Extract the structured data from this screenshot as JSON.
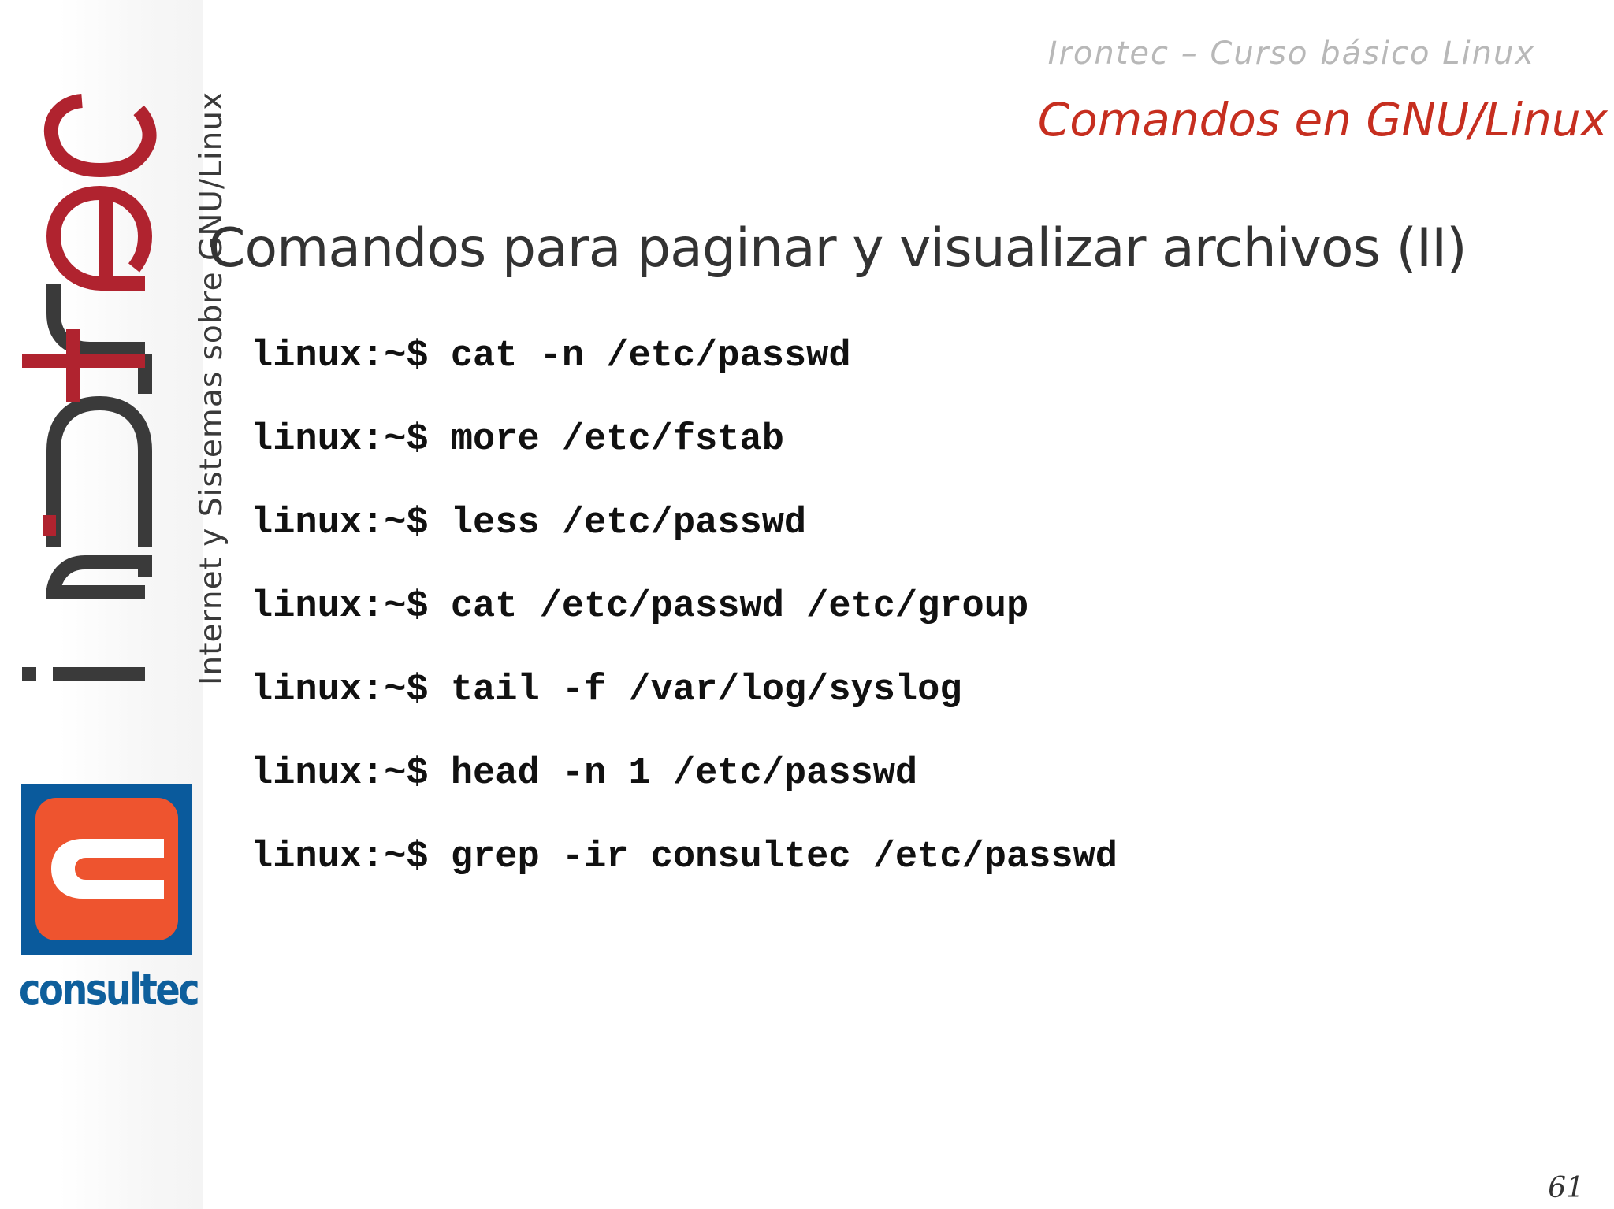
{
  "header": {
    "course": "Irontec – Curso básico Linux",
    "section": "Comandos en GNU/Linux"
  },
  "branding": {
    "logo_text": "irontec",
    "tagline": "Internet y Sistemas sobre GNU/Linux",
    "partner": "consultec",
    "colors": {
      "irontec_red": "#b0232f",
      "irontec_gray": "#3a3a3a",
      "consultec_blue": "#0a5a9c",
      "consultec_orange": "#ee542f"
    }
  },
  "slide": {
    "title": "Comandos para paginar y visualizar archivos (II)",
    "commands": [
      "linux:~$ cat -n /etc/passwd",
      "linux:~$ more /etc/fstab",
      "linux:~$ less /etc/passwd",
      "linux:~$ cat /etc/passwd /etc/group",
      "linux:~$ tail -f /var/log/syslog",
      "linux:~$ head -n 1 /etc/passwd",
      "linux:~$ grep -ir consultec /etc/passwd"
    ]
  },
  "footer": {
    "page_number": "61"
  }
}
